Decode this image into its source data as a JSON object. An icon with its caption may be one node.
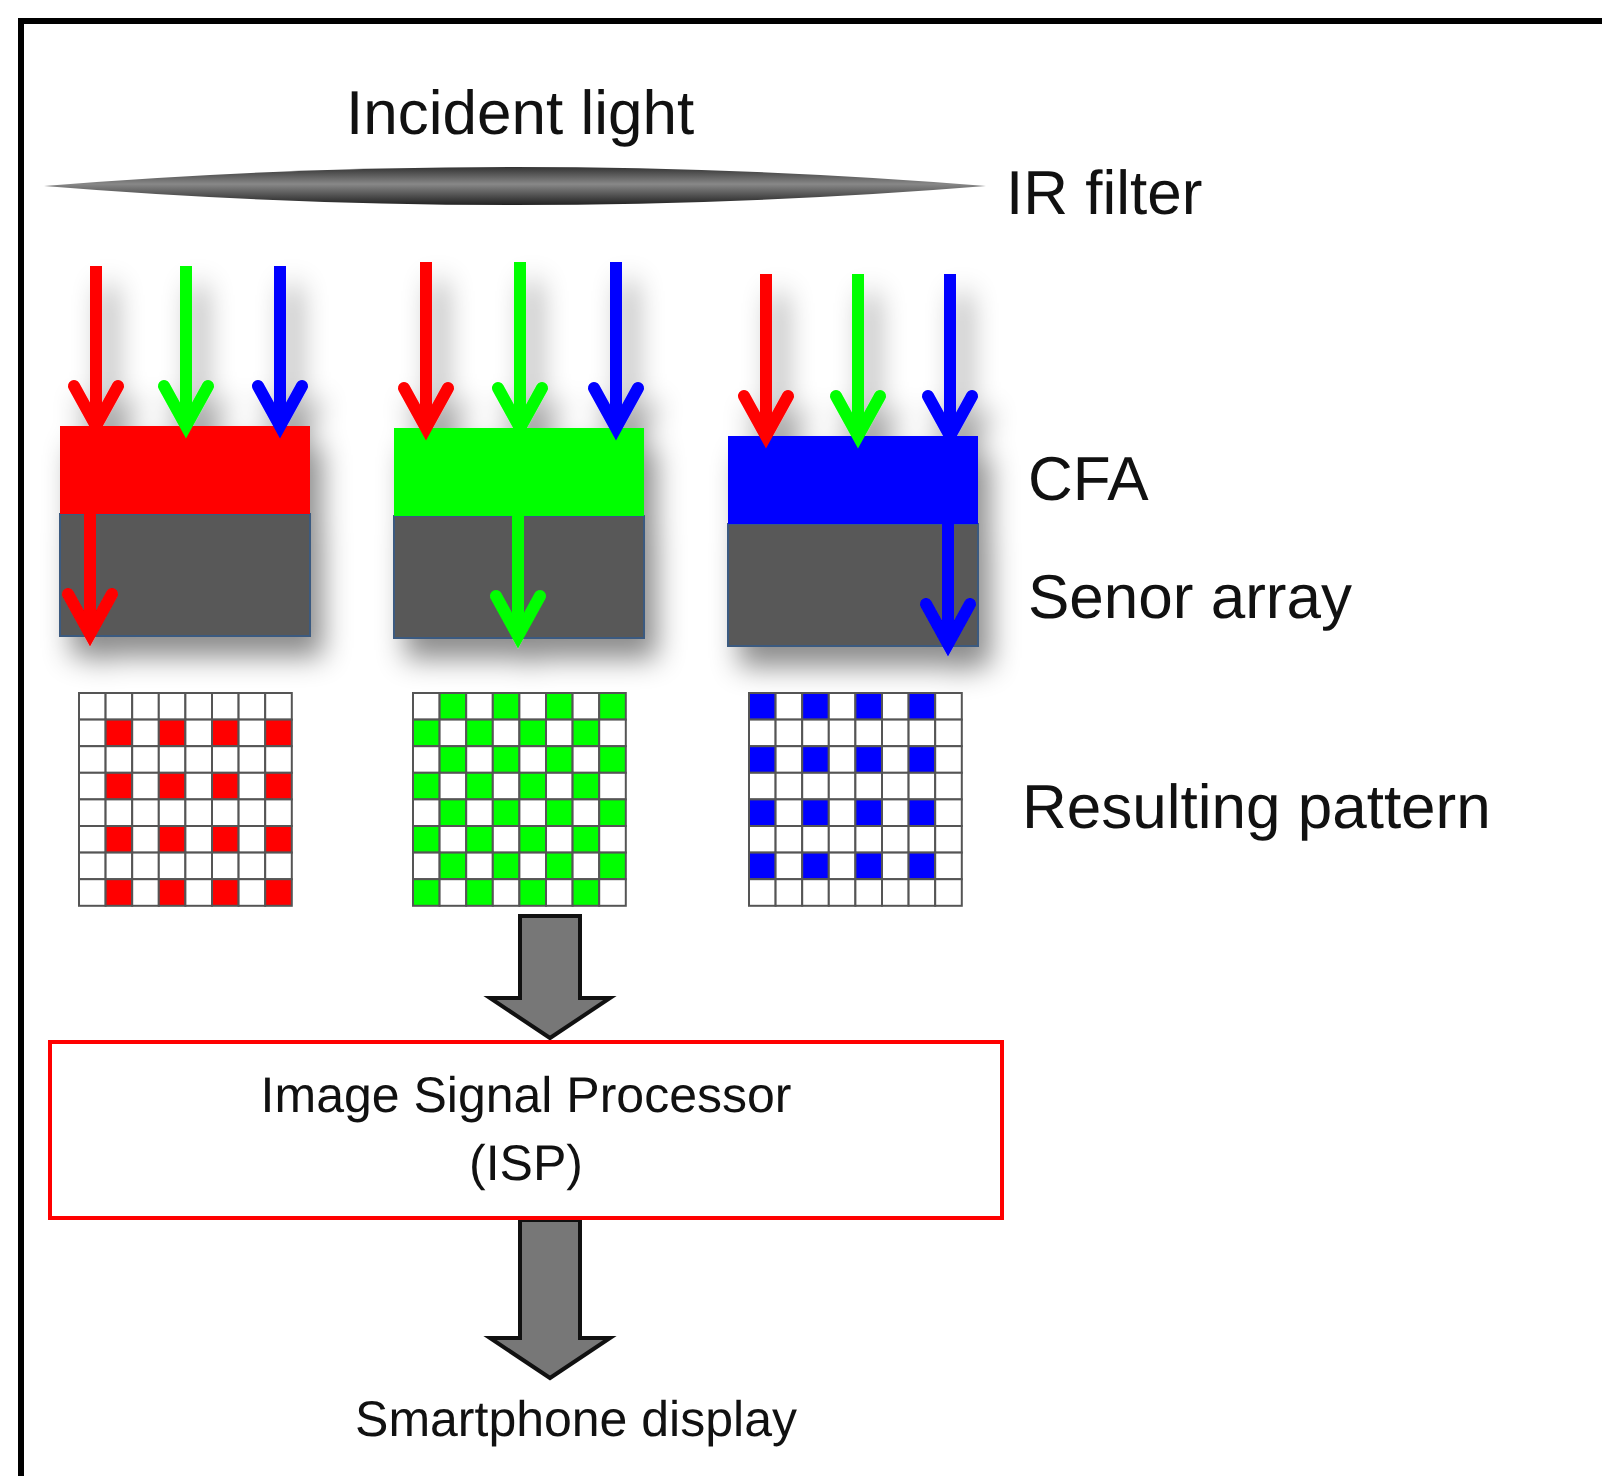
{
  "diagram": {
    "nodes": [
      {
        "text": [],
        "shape": "picture"
      },
      {
        "text": [
          "Image Signal Processor (ISP)"
        ]
      },
      {
        "text": [
          "Smartphone display"
        ]
      }
    ],
    "edges": [
      {
        "from": 0,
        "to": 1,
        "arrow": "to",
        "style": "thick"
      },
      {
        "from": 1,
        "to": 2,
        "arrow": "to",
        "style": "thick"
      }
    ],
    "labels": [
      "Incident light",
      "IR filter",
      "CFA",
      "Senor array",
      "Resulting pattern"
    ]
  }
}
